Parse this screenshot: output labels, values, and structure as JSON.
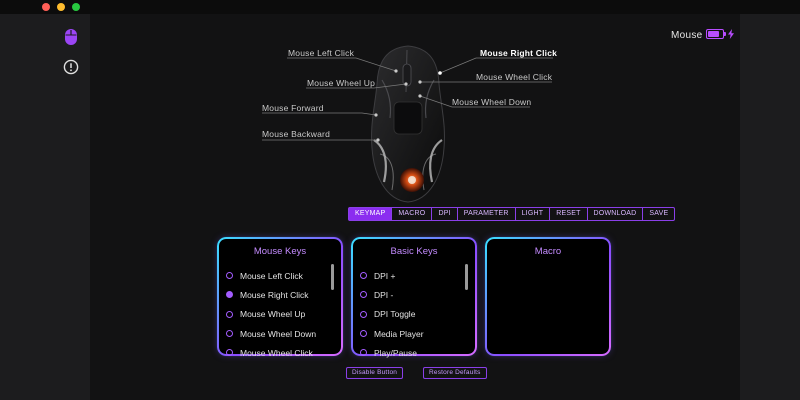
{
  "window": {
    "controls": [
      "close",
      "minimize",
      "zoom"
    ]
  },
  "sidebar": {
    "icons": [
      "mouse-icon",
      "alert-circle-icon"
    ]
  },
  "device": {
    "name": "Mouse",
    "battery_level": 0.8,
    "charging": true,
    "accent": "#b84dff"
  },
  "callouts": {
    "left_click": "Mouse Left Click",
    "wheel_up": "Mouse Wheel Up",
    "forward": "Mouse Forward",
    "backward": "Mouse Backward",
    "right_click": "Mouse Right Click",
    "wheel_click": "Mouse Wheel Click",
    "wheel_down": "Mouse Wheel Down"
  },
  "tabs": [
    {
      "label": "KEYMAP",
      "active": true
    },
    {
      "label": "MACRO"
    },
    {
      "label": "DPI"
    },
    {
      "label": "PARAMETER"
    },
    {
      "label": "LIGHT"
    },
    {
      "label": "RESET"
    },
    {
      "label": "DOWNLOAD"
    },
    {
      "label": "SAVE"
    }
  ],
  "panels": {
    "mouse_keys": {
      "title": "Mouse Keys",
      "items": [
        "Mouse Left Click",
        "Mouse Right Click",
        "Mouse Wheel Up",
        "Mouse Wheel Down",
        "Mouse Wheel Click"
      ],
      "selected": 1
    },
    "basic_keys": {
      "title": "Basic Keys",
      "items": [
        "DPI +",
        "DPI -",
        "DPI Toggle",
        "Media Player",
        "Play/Pause"
      ]
    },
    "macro": {
      "title": "Macro"
    }
  },
  "buttons": {
    "disable": "Disable Button",
    "restore": "Restore Defaults"
  }
}
